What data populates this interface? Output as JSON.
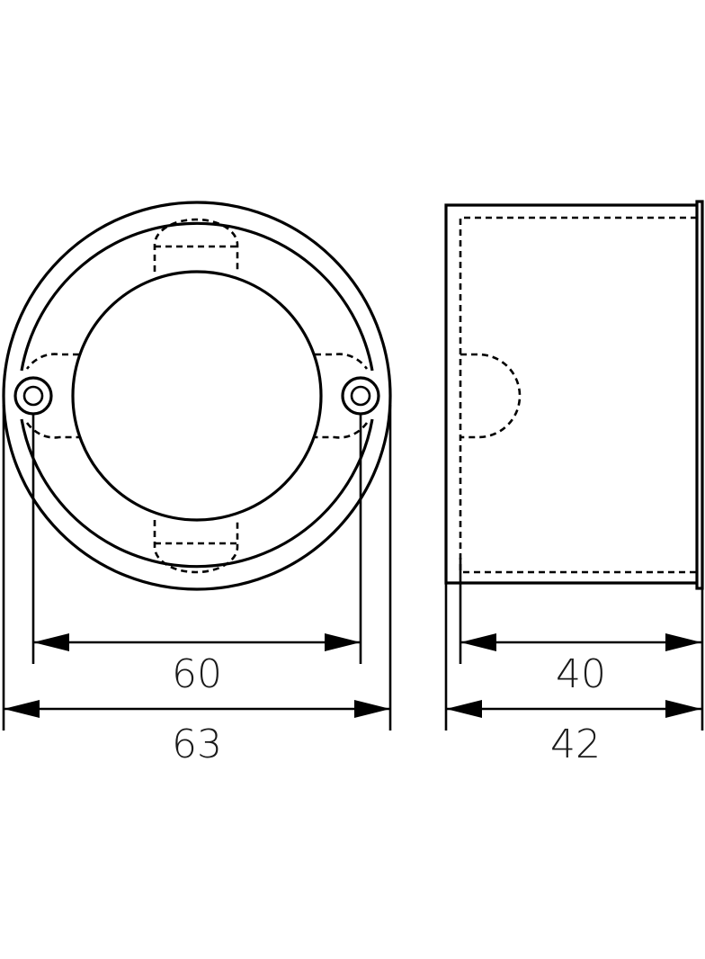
{
  "dimensions": {
    "inner_diameter": "60",
    "outer_diameter": "63",
    "inner_depth": "40",
    "outer_depth": "42"
  },
  "colors": {
    "line": "#000000",
    "background": "#ffffff"
  }
}
